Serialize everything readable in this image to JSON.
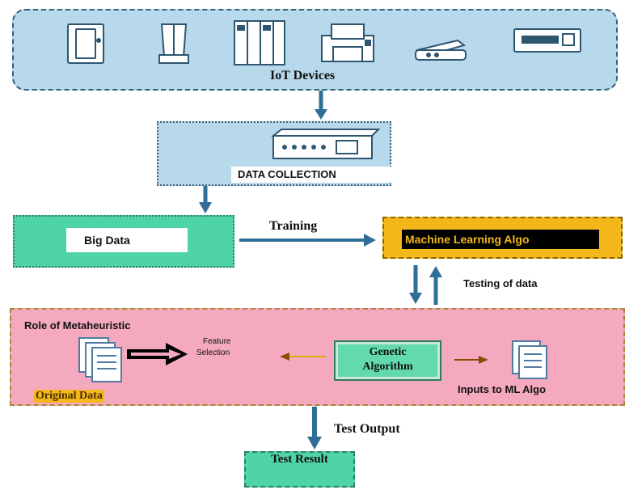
{
  "iot": {
    "label": "IoT Devices",
    "devices": [
      "router-icon",
      "tower-icon",
      "server-rack-icon",
      "printer-icon",
      "scanner-icon",
      "modem-icon"
    ]
  },
  "collection": {
    "label": "DATA COLLECTION",
    "device": "network-switch-icon"
  },
  "big_data": {
    "label": "Big Data"
  },
  "training": {
    "label": "Training"
  },
  "ml": {
    "label": "Machine Learning Algo"
  },
  "testing": {
    "label": "Testing of data"
  },
  "meta": {
    "title": "Role of Metaheuristic",
    "original_label": "Original Data",
    "feature_label_line1": "Feature",
    "feature_label_line2": "Selection",
    "ga_line1": "Genetic",
    "ga_line2": "Algorithm",
    "inputs_label": "Inputs to ML Algo"
  },
  "test_output": {
    "label": "Test Output"
  },
  "test_result": {
    "label": "Test Result"
  },
  "colors": {
    "blue_panel": "#b8d8ec",
    "green": "#4fd4a7",
    "yellow": "#f3b719",
    "pink": "#f4a9bf",
    "arrow": "#2f6f97"
  }
}
